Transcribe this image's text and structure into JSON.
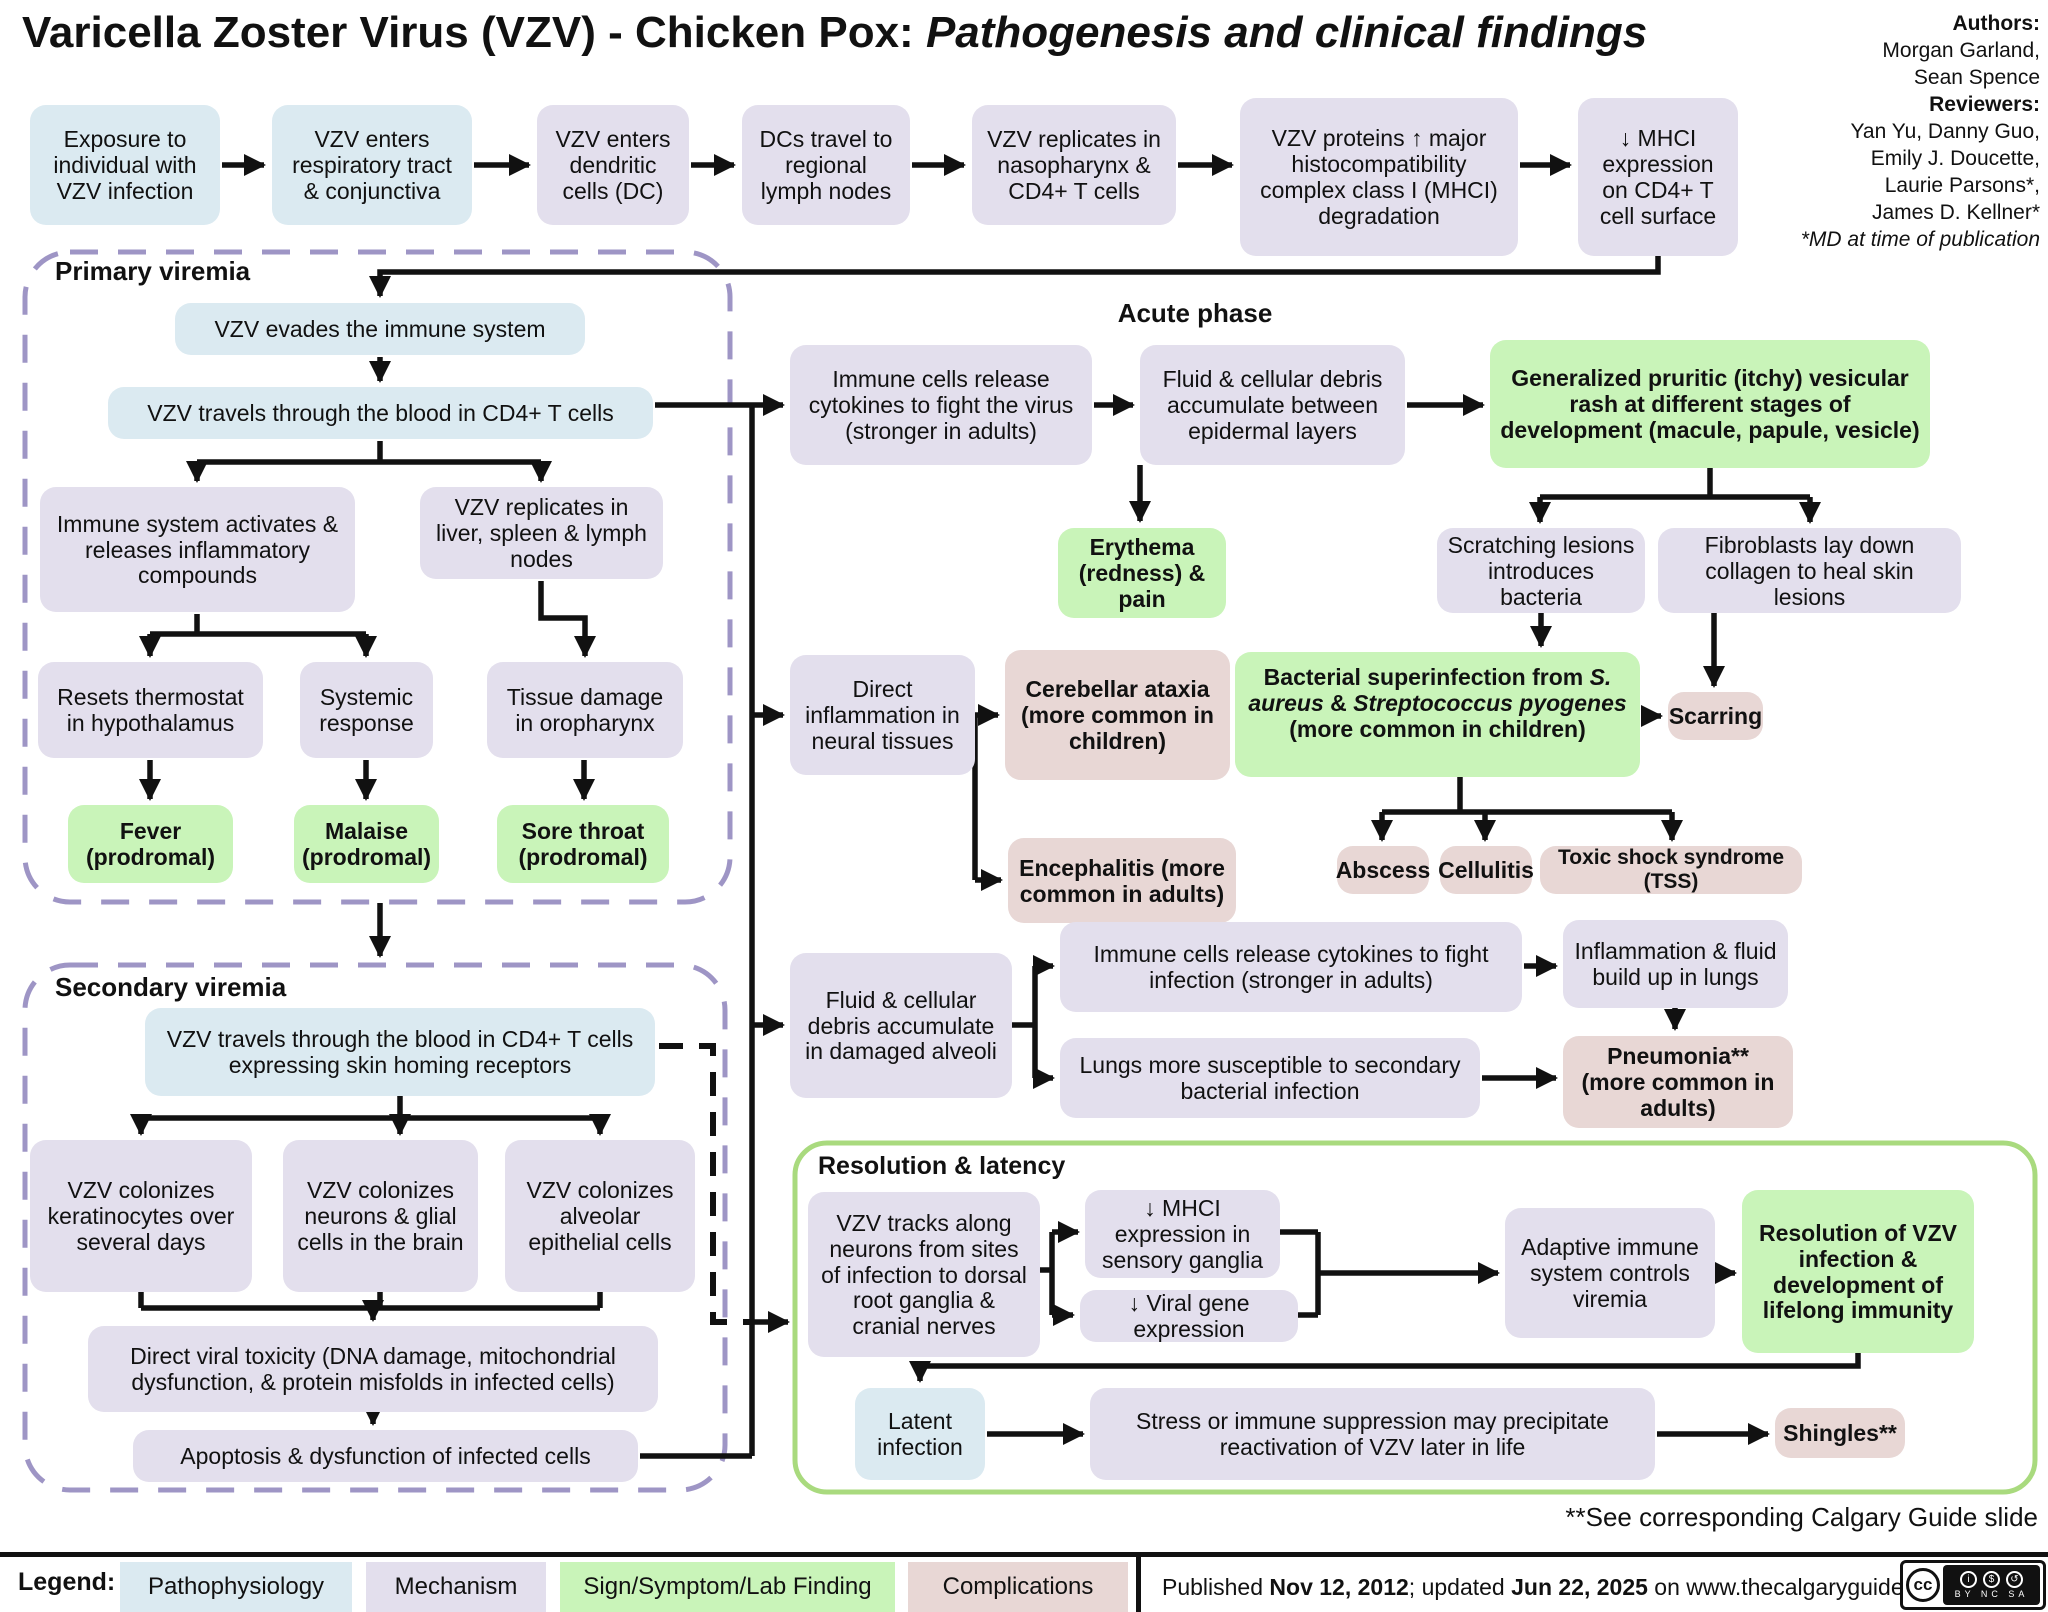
{
  "title": {
    "main": "Varicella Zoster Virus (VZV) - Chicken Pox: ",
    "italic": "Pathogenesis and clinical findings"
  },
  "credits": {
    "authors_label": "Authors:",
    "authors": [
      "Morgan Garland,",
      "Sean Spence"
    ],
    "reviewers_label": "Reviewers:",
    "reviewers": [
      "Yan Yu, Danny Guo,",
      "Emily J. Doucette,",
      "Laurie Parsons*,",
      "James D. Kellner*"
    ],
    "note": "*MD at time of publication"
  },
  "sections": {
    "primary": "Primary viremia",
    "secondary": "Secondary viremia",
    "acute_phase": "Acute phase",
    "resolution": "Resolution & latency"
  },
  "nodes": {
    "top1": "Exposure to individual with VZV infection",
    "top2": "VZV enters respiratory tract & conjunctiva",
    "top3": "VZV enters dendritic cells (DC)",
    "top4": "DCs travel to regional lymph nodes",
    "top5": "VZV replicates in nasopharynx & CD4+ T cells",
    "top6": "VZV proteins ↑ major histocompatibility complex class I (MHCI) degradation",
    "top7": "↓ MHCI expression on CD4+ T cell surface",
    "evades": "VZV evades the immune system",
    "travels1": "VZV travels through the blood in CD4+ T cells",
    "immune_act": "Immune system activates & releases inflammatory compounds",
    "repl_liver": "VZV replicates in liver, spleen & lymph nodes",
    "thermostat": "Resets thermostat in hypothalamus",
    "systemic": "Systemic response",
    "tissue_damage": "Tissue damage in oropharynx",
    "fever": "Fever (prodromal)",
    "malaise": "Malaise (prodromal)",
    "sore_throat": "Sore throat (prodromal)",
    "travels2": "VZV travels through the blood in CD4+ T cells expressing skin homing receptors",
    "col_kerat": "VZV colonizes keratinocytes over several days",
    "col_neurons": "VZV colonizes neurons & glial cells in the brain",
    "col_alveolar": "VZV colonizes alveolar epithelial cells",
    "direct_tox": "Direct viral toxicity (DNA damage, mitochondrial dysfunction, & protein misfolds in infected cells)",
    "apoptosis": "Apoptosis & dysfunction of infected cells",
    "immune_cytokines_virus": "Immune cells release cytokines to fight the virus (stronger in adults)",
    "fluid_epidermal": "Fluid & cellular debris accumulate between epidermal layers",
    "rash": "Generalized pruritic (itchy) vesicular rash at different stages of development (macule, papule, vesicle)",
    "erythema": "Erythema (redness) & pain",
    "scratching": "Scratching lesions introduces bacteria",
    "fibroblasts": "Fibroblasts lay down collagen to heal skin lesions",
    "direct_inflammation": "Direct inflammation in neural tissues",
    "cerebellar": "Cerebellar ataxia (more common in children)",
    "encephalitis": "Encephalitis (more common in adults)",
    "bacterial": {
      "p1": "Bacterial superinfection from ",
      "p2": "S. aureus",
      "p3": " & ",
      "p4": "Streptococcus pyogenes",
      "p5": " (more common in children)"
    },
    "scarring": "Scarring",
    "abscess": "Abscess",
    "cellulitis": "Cellulitis",
    "tss": "Toxic shock syndrome (TSS)",
    "fluid_alveoli": "Fluid & cellular debris accumulate in damaged alveoli",
    "immune_cytokines_infection": "Immune cells release cytokines to fight infection (stronger in adults)",
    "inflam_lungs": "Inflammation & fluid build up in lungs",
    "lungs_susceptible": "Lungs more susceptible to secondary bacterial infection",
    "pneumonia": "Pneumonia** (more common in adults)",
    "vzv_tracks": "VZV tracks along neurons from sites of infection to dorsal root ganglia & cranial nerves",
    "mhci_ganglia": "↓ MHCI expression in sensory ganglia",
    "viral_gene": "↓ Viral gene expression",
    "adaptive": "Adaptive immune system controls viremia",
    "resolution": "Resolution of VZV infection & development of lifelong immunity",
    "latent": "Latent infection",
    "stress": "Stress or immune suppression may precipitate reactivation of VZV later in life",
    "shingles": "Shingles**"
  },
  "legend": {
    "label": "Legend:",
    "items": [
      "Pathophysiology",
      "Mechanism",
      "Sign/Symptom/Lab Finding",
      "Complications"
    ]
  },
  "footer": {
    "footnote": "**See corresponding Calgary Guide slide",
    "published": {
      "p1": "Published ",
      "p2": "Nov 12, 2012",
      "p3": "; updated ",
      "p4": "Jun 22, 2025",
      "p5": " on www.thecalgaryguide.com"
    },
    "cc_letters": "BY NC SA",
    "cc_logo": "cc"
  },
  "colors": {
    "pathophysiology": "#dbeaf1",
    "mechanism": "#e3dfed",
    "sign_symptom": "#c9f4b9",
    "complication": "#e8d7d5",
    "viremia_border": "#9e95c5",
    "resolution_border": "#a9da7e",
    "line": "#111111"
  }
}
